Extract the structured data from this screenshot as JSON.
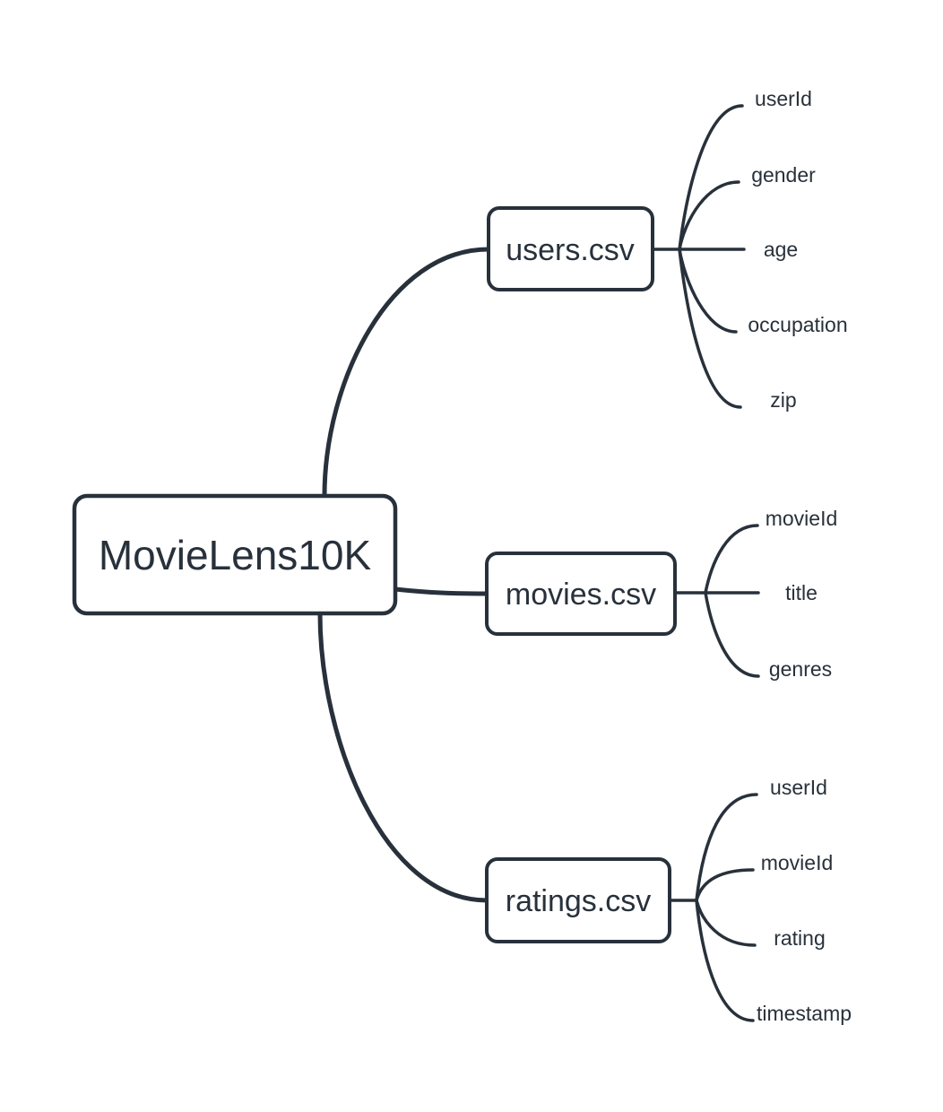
{
  "colors": {
    "background": "#ffffff",
    "stroke": "#28313b",
    "text": "#28313b",
    "node_fill": "#ffffff"
  },
  "root": {
    "label": "MovieLens10K"
  },
  "branches": [
    {
      "label": "users.csv",
      "fields": [
        "userId",
        "gender",
        "age",
        "occupation",
        "zip"
      ]
    },
    {
      "label": "movies.csv",
      "fields": [
        "movieId",
        "title",
        "genres"
      ]
    },
    {
      "label": "ratings.csv",
      "fields": [
        "userId",
        "movieId",
        "rating",
        "timestamp"
      ]
    }
  ]
}
